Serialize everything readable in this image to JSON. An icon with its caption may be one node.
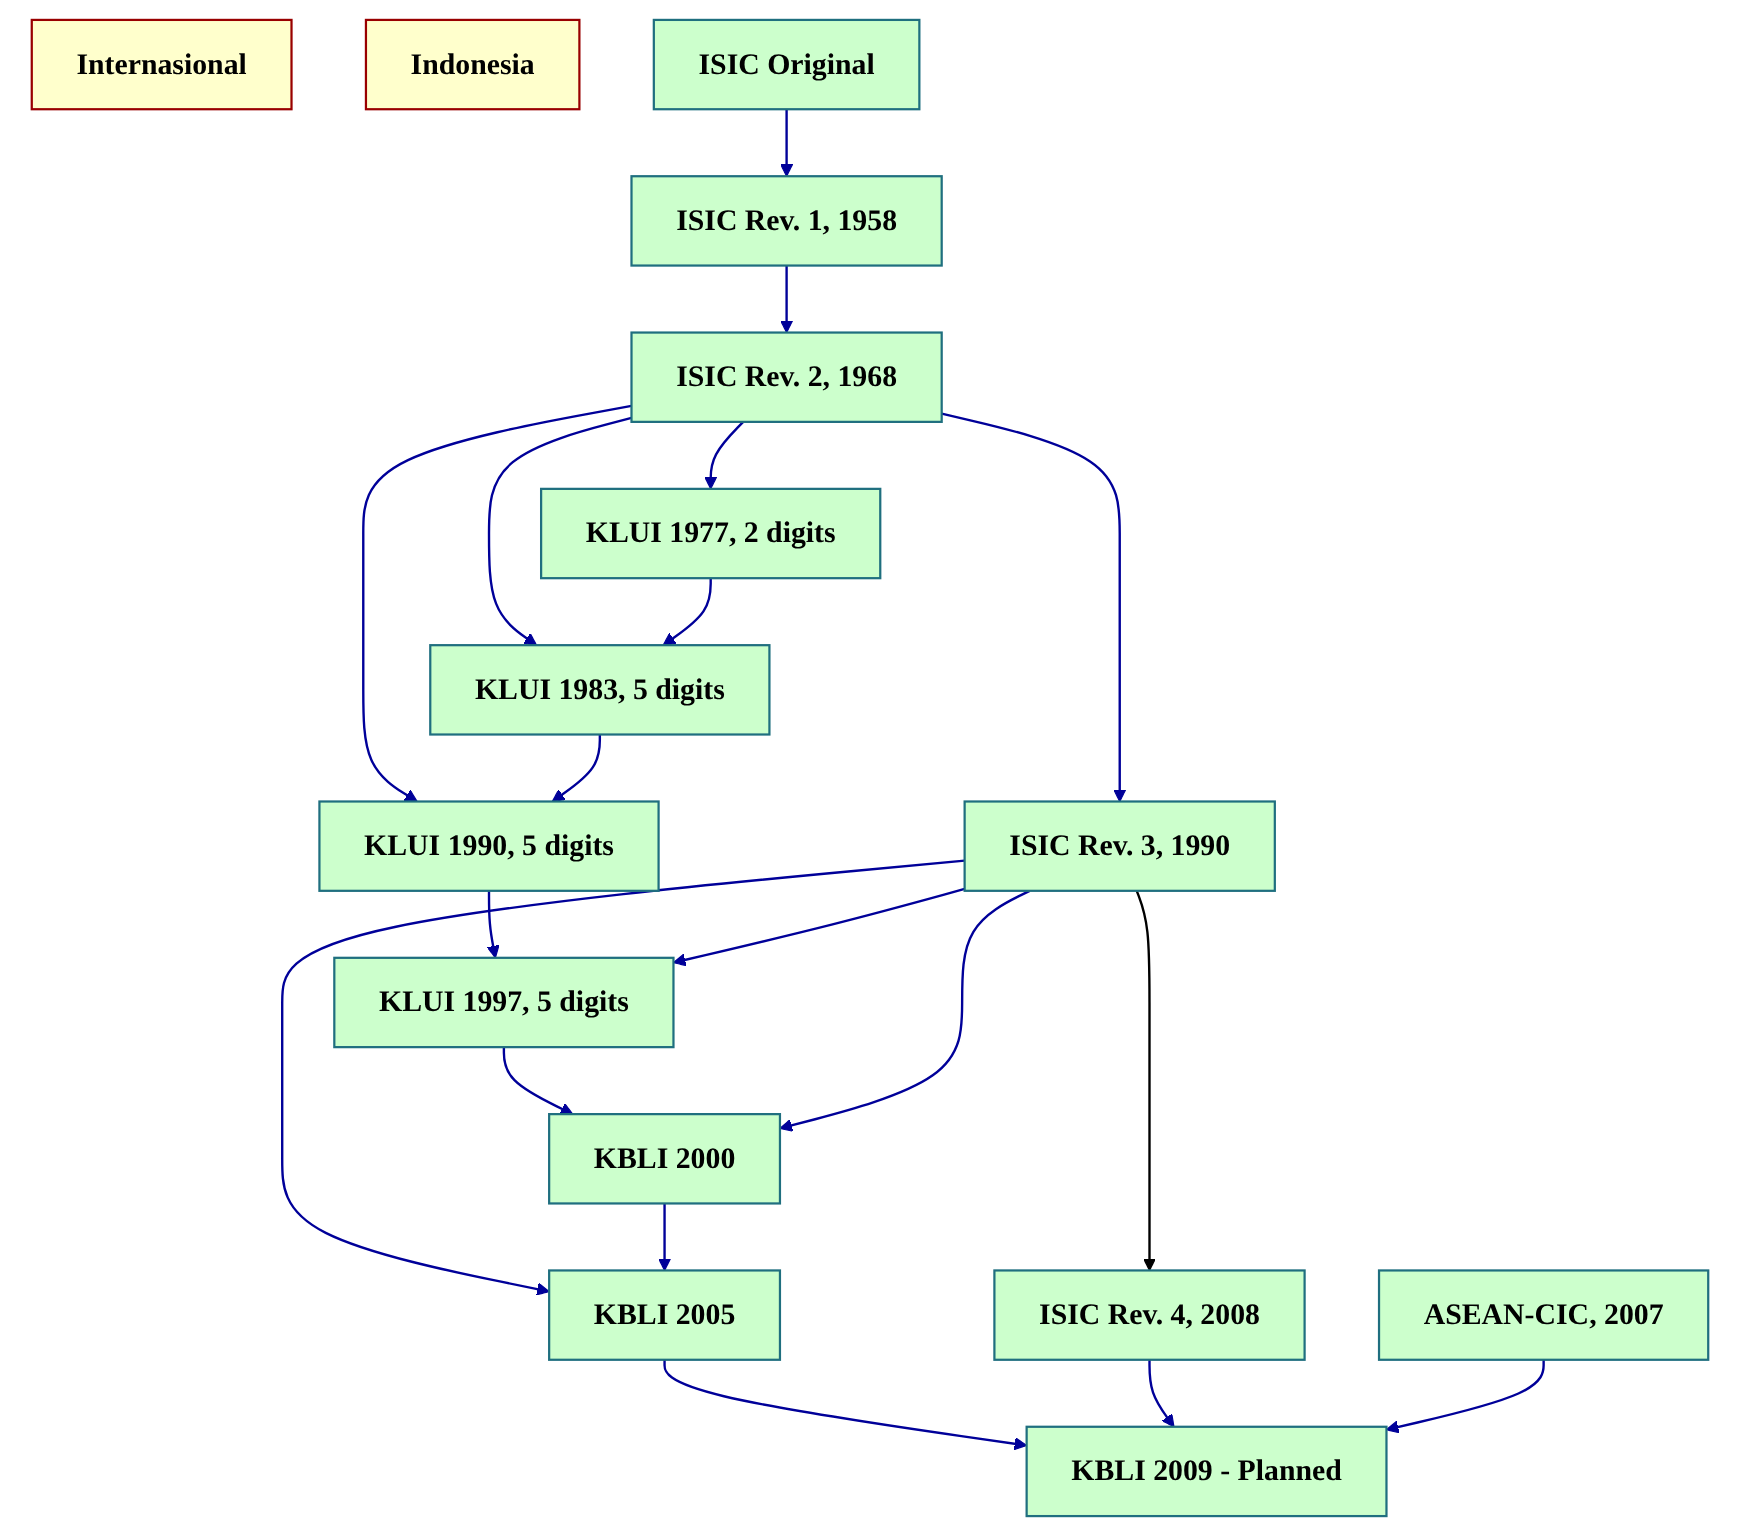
{
  "diagram": {
    "nodes": [
      {
        "text": [
          "Internasional"
        ]
      },
      {
        "text": [
          "Indonesia"
        ]
      },
      {
        "text": [
          "ISIC Original"
        ]
      },
      {
        "text": [
          "ISIC Rev. 1, 1958"
        ]
      },
      {
        "text": [
          "ISIC Rev. 2, 1968"
        ]
      },
      {
        "text": [
          "ISIC Rev. 3, 1990"
        ]
      },
      {
        "text": [
          "ISIC Rev. 4, 2008"
        ]
      },
      {
        "text": [
          "ASEAN-CIC, 2007"
        ]
      },
      {
        "text": [
          "KLUI 1977, 2 digits"
        ]
      },
      {
        "text": [
          "KLUI 1983, 5 digits"
        ]
      },
      {
        "text": [
          "KLUI 1990, 5 digits"
        ]
      },
      {
        "text": [
          "KLUI 1997, 5 digits"
        ]
      },
      {
        "text": [
          "KBLI 2000"
        ]
      },
      {
        "text": [
          "KBLI 2005"
        ]
      },
      {
        "text": [
          "KBLI 2009 - Planned"
        ]
      }
    ],
    "edges": [
      {
        "from": 2,
        "to": 3,
        "arrow": "to"
      },
      {
        "from": 3,
        "to": 4,
        "arrow": "to"
      },
      {
        "from": 4,
        "to": 8,
        "arrow": "to"
      },
      {
        "from": 4,
        "to": 9,
        "arrow": "to"
      },
      {
        "from": 4,
        "to": 10,
        "arrow": "to"
      },
      {
        "from": 4,
        "to": 5,
        "arrow": "to"
      },
      {
        "from": 8,
        "to": 9,
        "arrow": "to"
      },
      {
        "from": 9,
        "to": 10,
        "arrow": "to"
      },
      {
        "from": 10,
        "to": 11,
        "arrow": "to"
      },
      {
        "from": 11,
        "to": 12,
        "arrow": "to"
      },
      {
        "from": 5,
        "to": 12,
        "arrow": "to"
      },
      {
        "from": 5,
        "to": 11,
        "arrow": "to"
      },
      {
        "from": 5,
        "to": 13,
        "arrow": "to"
      },
      {
        "from": 12,
        "to": 13,
        "arrow": "to"
      },
      {
        "from": 13,
        "to": 14,
        "arrow": "to"
      },
      {
        "from": 5,
        "to": 6,
        "arrow": "to",
        "color": "#000000"
      },
      {
        "from": 6,
        "to": 14,
        "arrow": "to"
      },
      {
        "from": 7,
        "to": 14,
        "arrow": "to"
      }
    ]
  }
}
